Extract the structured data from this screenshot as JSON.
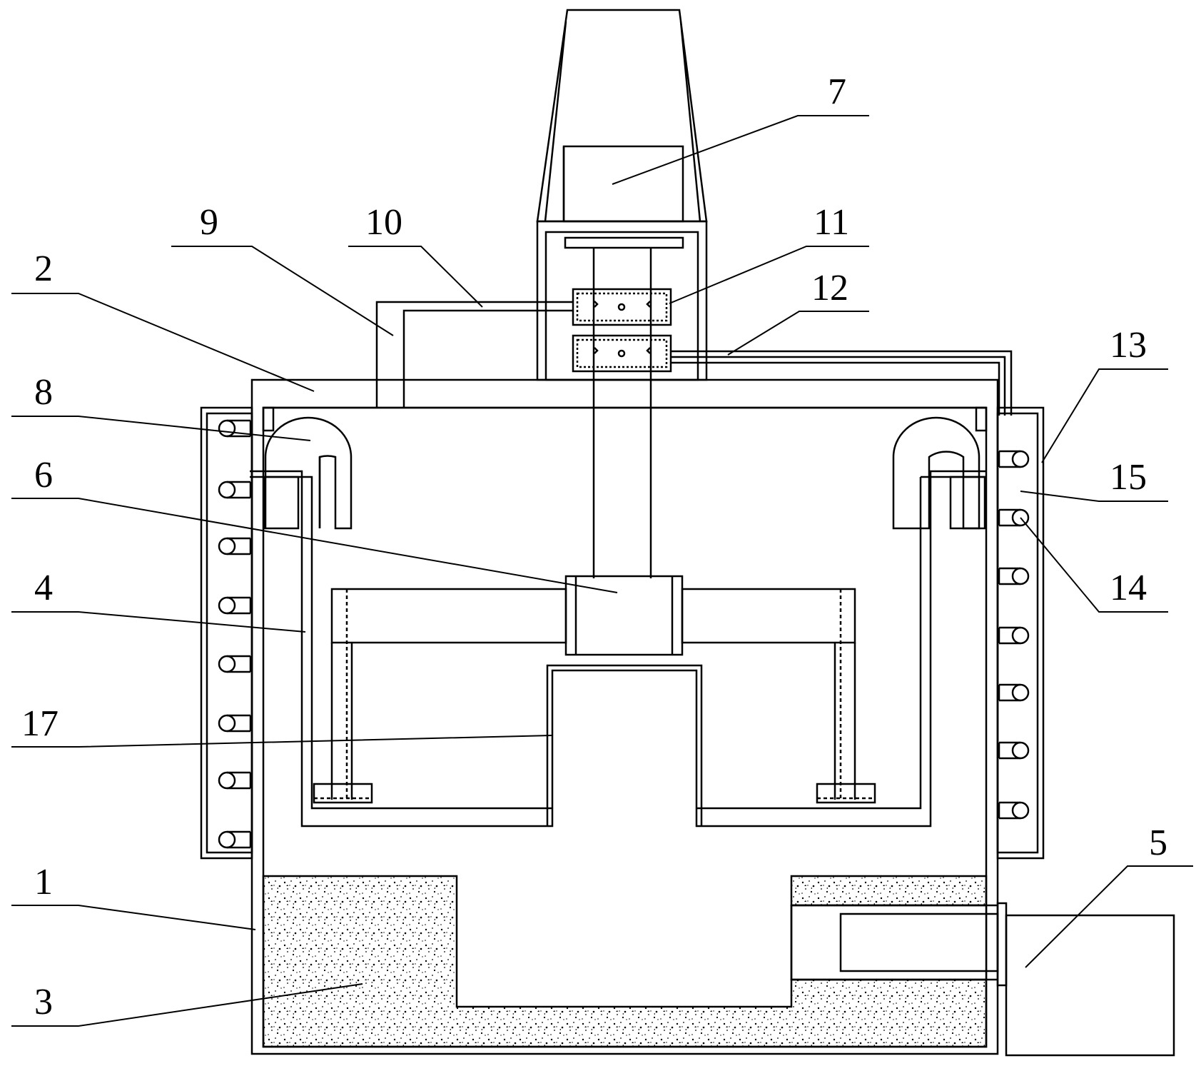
{
  "figure": {
    "callouts": [
      {
        "id": "1",
        "label": "1"
      },
      {
        "id": "2",
        "label": "2"
      },
      {
        "id": "3",
        "label": "3"
      },
      {
        "id": "4",
        "label": "4"
      },
      {
        "id": "5",
        "label": "5"
      },
      {
        "id": "6",
        "label": "6"
      },
      {
        "id": "7",
        "label": "7"
      },
      {
        "id": "8",
        "label": "8"
      },
      {
        "id": "9",
        "label": "9"
      },
      {
        "id": "10",
        "label": "10"
      },
      {
        "id": "11",
        "label": "11"
      },
      {
        "id": "12",
        "label": "12"
      },
      {
        "id": "13",
        "label": "13"
      },
      {
        "id": "14",
        "label": "14"
      },
      {
        "id": "15",
        "label": "15"
      },
      {
        "id": "17",
        "label": "17"
      }
    ],
    "colors": {
      "line": "#000000",
      "background": "#ffffff"
    }
  }
}
